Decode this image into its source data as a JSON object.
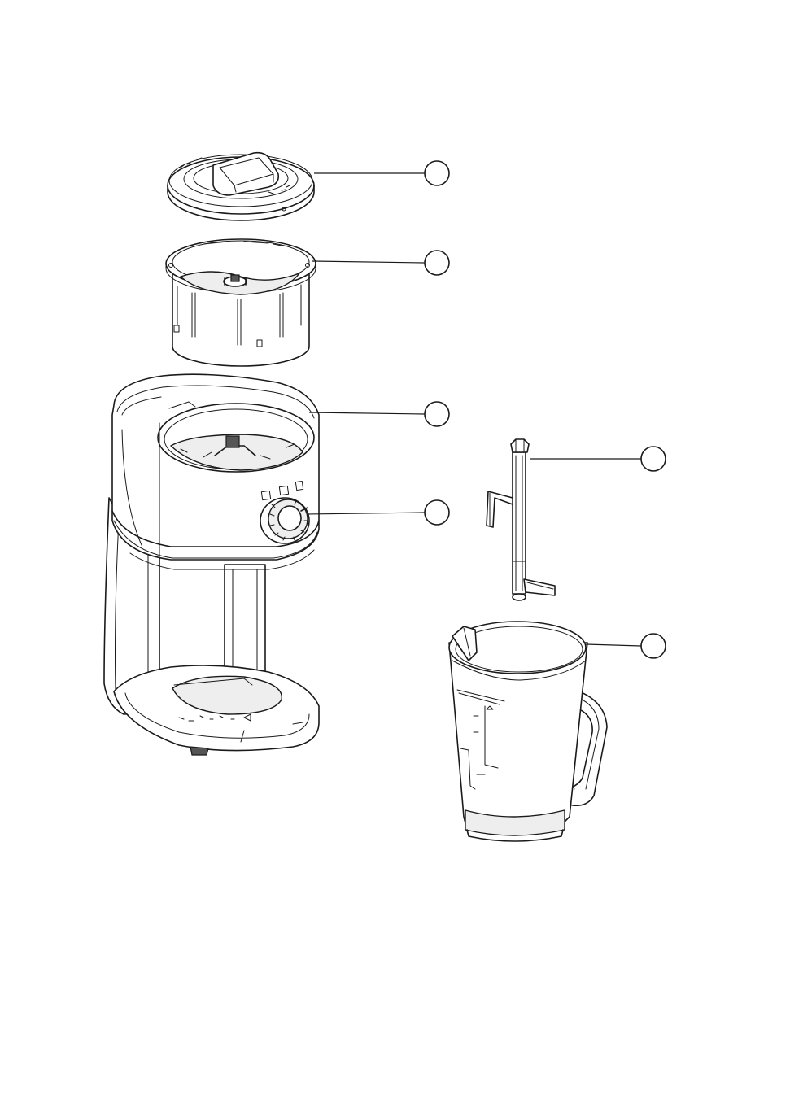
{
  "callouts": [
    {
      "id": "lid",
      "label": ""
    },
    {
      "id": "grinding-chamber",
      "label": ""
    },
    {
      "id": "motor-housing",
      "label": ""
    },
    {
      "id": "grind-selector-dial",
      "label": ""
    },
    {
      "id": "cleaning-tool",
      "label": ""
    },
    {
      "id": "jug",
      "label": ""
    }
  ],
  "colors": {
    "line": "#1a1a1a",
    "background": "#ffffff",
    "shade": "#eeeeee"
  }
}
